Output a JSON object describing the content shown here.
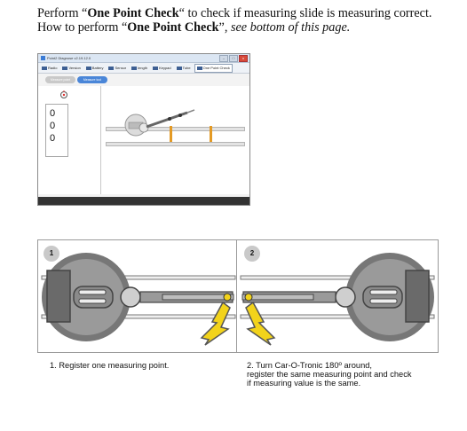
{
  "intro": {
    "p1": "Perform “",
    "check_name_1": "One Point Check",
    "p2": "“ to check if measuring slide is measuring correct. How to perform “",
    "check_name_2": "One Point Check",
    "p3": "”, ",
    "ref_italic": "see bottom of this page."
  },
  "screenshot": {
    "window_title": "Point2 Diagnose v2.19.12.0",
    "toolbar": [
      {
        "label": "Radio"
      },
      {
        "label": "Version"
      },
      {
        "label": "Battery"
      },
      {
        "label": "Sensor"
      },
      {
        "label": "length"
      },
      {
        "label": "Keypad"
      },
      {
        "label": "Tube"
      },
      {
        "label": "One Point Check"
      }
    ],
    "tabs": [
      "Measure point",
      "Measure tool"
    ],
    "readings": [
      "0",
      "0",
      "0"
    ],
    "colors": {
      "post": "#e49a24",
      "tab_active": "#4a86d8"
    }
  },
  "panels": [
    {
      "number": "1",
      "caption": "1. Register one measuring point."
    },
    {
      "number": "2",
      "caption_line1": "2. Turn Car-O-Tronic 180º around,",
      "caption_line2": "register the same measuring point and check",
      "caption_line3": "if measuring value is the same."
    }
  ],
  "colors": {
    "arrow": "#f2d31b",
    "arrow_outline": "#555555",
    "tool_body": "#7d7d7d",
    "tool_dark": "#474747"
  }
}
